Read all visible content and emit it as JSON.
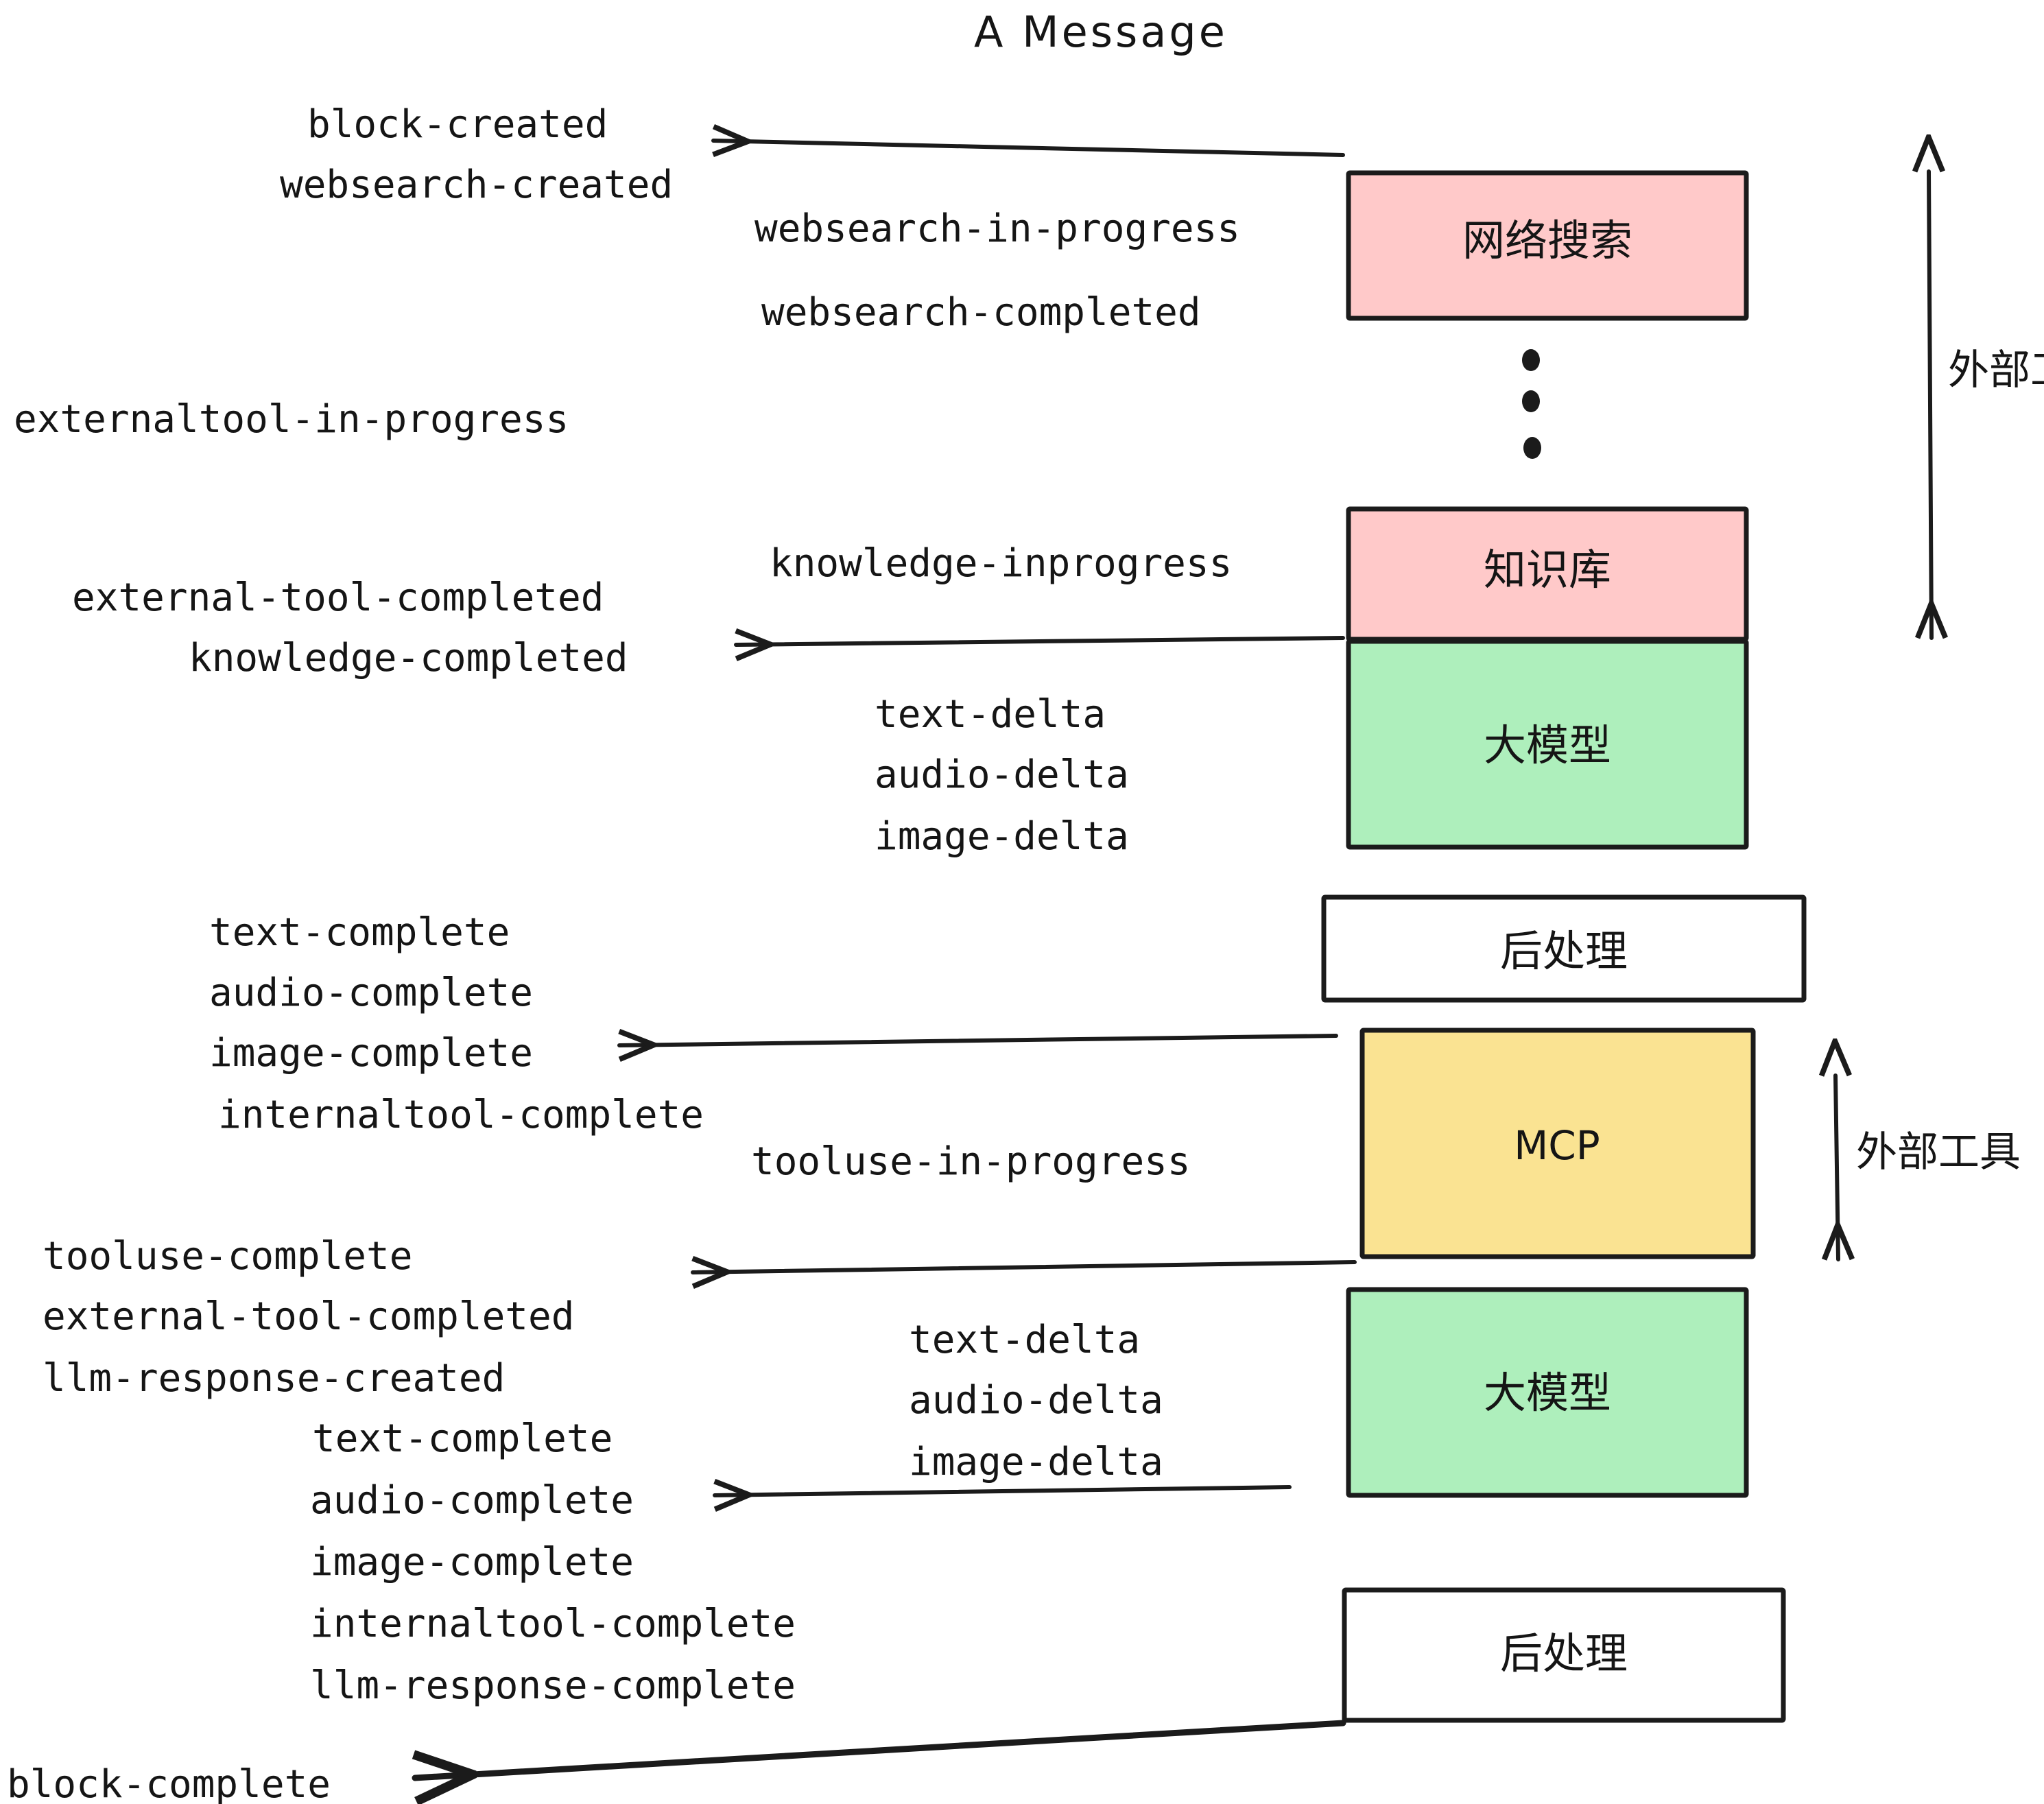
{
  "title": "A Message",
  "colors": {
    "pink": "#FFC9C9",
    "green": "#AEEFBC",
    "yellow": "#FAE392",
    "white": "#FFFFFF",
    "stroke": "#1B1B1B",
    "text": "#151515"
  },
  "boxes": [
    {
      "id": "websearch",
      "label": "网络搜索",
      "fill": "#FFC9C9"
    },
    {
      "id": "knowledge",
      "label": "知识库",
      "fill": "#FFC9C9"
    },
    {
      "id": "llm-top",
      "label": "大模型",
      "fill": "#AEEFBC"
    },
    {
      "id": "postprocess-top",
      "label": "后处理",
      "fill": "#FFFFFF"
    },
    {
      "id": "mcp",
      "label": "MCP",
      "fill": "#FAE392"
    },
    {
      "id": "llm-bottom",
      "label": "大模型",
      "fill": "#AEEFBC"
    },
    {
      "id": "postprocess-bottom",
      "label": "后处理",
      "fill": "#FFFFFF"
    }
  ],
  "side_labels": [
    {
      "id": "external-tools-top",
      "text": "外部工具"
    },
    {
      "id": "external-tools-bottom",
      "text": "外部工具"
    }
  ],
  "events": {
    "block_created": "block-created",
    "websearch_created": "websearch-created",
    "websearch_in_progress": "websearch-in-progress",
    "websearch_completed": "websearch-completed",
    "externaltool_in_progress": "externaltool-in-progress",
    "knowledge_inprogress": "knowledge-inprogress",
    "external_tool_completed_1": "external-tool-completed",
    "knowledge_completed": "knowledge-completed",
    "text_delta_1": "text-delta",
    "audio_delta_1": "audio-delta",
    "image_delta_1": "image-delta",
    "text_complete_1": "text-complete",
    "audio_complete_1": "audio-complete",
    "image_complete_1": "image-complete",
    "internaltool_complete_1": "internaltool-complete",
    "tooluse_in_progress": "tooluse-in-progress",
    "tooluse_complete": "tooluse-complete",
    "external_tool_completed_2": "external-tool-completed",
    "llm_response_created": "llm-response-created",
    "text_delta_2": "text-delta",
    "audio_delta_2": "audio-delta",
    "image_delta_2": "image-delta",
    "text_complete_2": "text-complete",
    "audio_complete_2": "audio-complete",
    "image_complete_2": "image-complete",
    "internaltool_complete_2": "internaltool-complete",
    "llm_response_complete": "llm-response-complete",
    "block_complete": "block-complete"
  }
}
